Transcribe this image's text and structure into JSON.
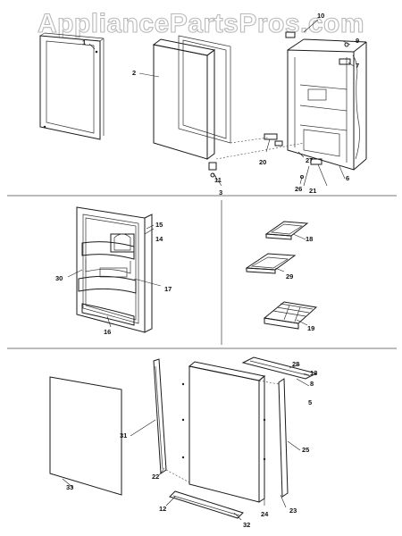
{
  "watermark": "AppliancePartsPros.com",
  "callouts": {
    "1": "1",
    "2": "2",
    "3": "3",
    "5": "5",
    "6": "6",
    "7": "7",
    "8": "8",
    "9": "9",
    "10": "10",
    "11": "11",
    "12": "12",
    "13": "13",
    "14": "14",
    "15": "15",
    "16": "16",
    "17": "17",
    "18": "18",
    "19": "19",
    "20": "20",
    "21": "21",
    "22": "22",
    "23": "23",
    "24": "24",
    "25": "25",
    "26": "26",
    "27": "27",
    "28": "28",
    "29": "29",
    "30": "30",
    "31": "31",
    "32": "32",
    "33": "33"
  },
  "colors": {
    "line": "#1a1a1a",
    "separator": "#777777",
    "watermark_outline": "#b9b9b9",
    "background": "#ffffff"
  }
}
